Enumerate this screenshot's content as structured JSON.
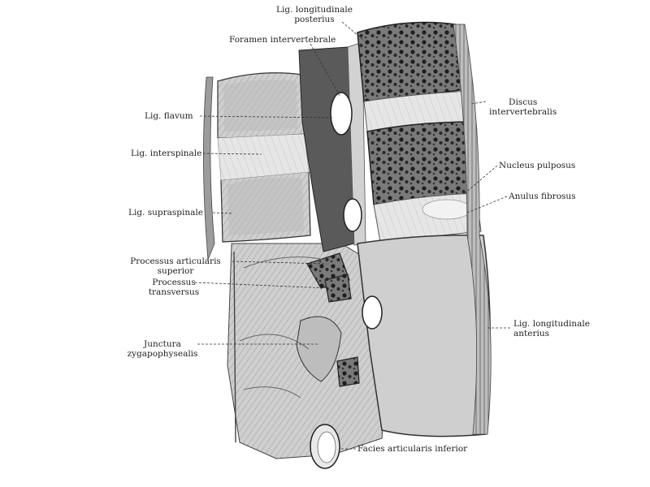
{
  "labels": {
    "lig_long_post": [
      "Lig. longitudinale",
      "posterius"
    ],
    "foramen": "Foramen intervertebrale",
    "discus": [
      "Discus",
      "intervertebralis"
    ],
    "lig_flavum": "Lig. flavum",
    "lig_interspinale": "Lig. interspinale",
    "nucleus": "Nucleus pulposus",
    "anulus": "Anulus fibrosus",
    "lig_supraspinale": "Lig. supraspinale",
    "proc_art_sup": [
      "Processus articularis",
      "superior"
    ],
    "proc_trans": [
      "Processus",
      "transversus"
    ],
    "lig_long_ant": [
      "Lig. longitudinale",
      "anterius"
    ],
    "junctura": [
      "Junctura",
      "zygapophysealis"
    ],
    "facies": "Facies articularis inferior"
  },
  "colors": {
    "bone": "#d9d9d9",
    "spongy": "#4a4a4a",
    "disc": "#efefef",
    "ligament": "#555555",
    "outline": "#222222"
  }
}
